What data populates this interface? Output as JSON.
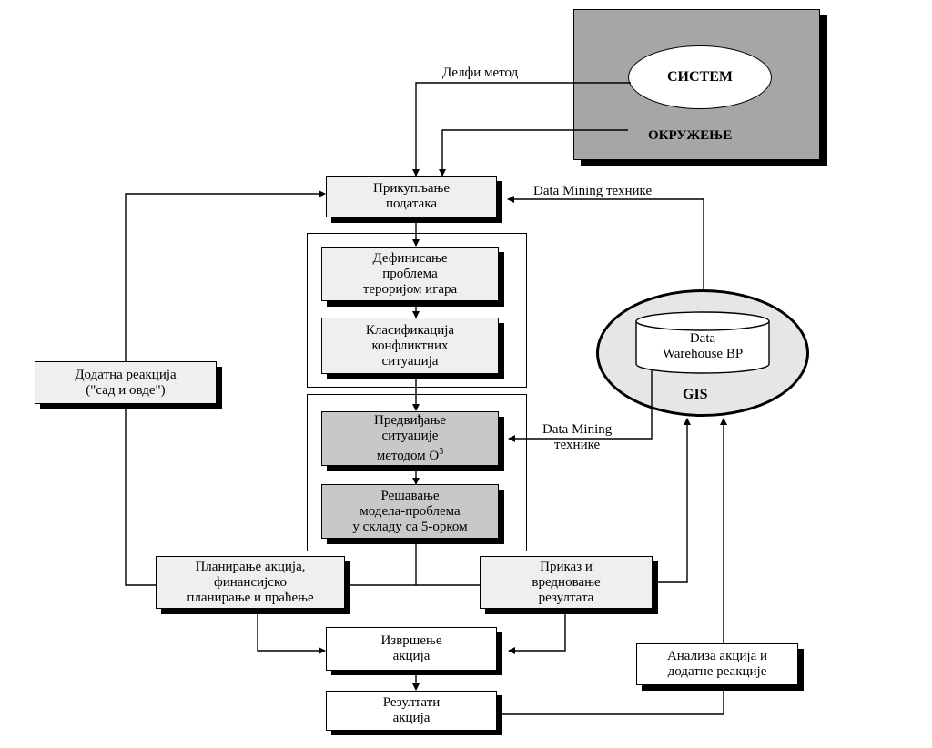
{
  "environment": {
    "system_label": "СИСТЕМ",
    "environment_label": "ОКРУЖЕЊЕ"
  },
  "edge_labels": {
    "delphi": "Делфи метод",
    "data_mining_top": "Data Mining технике",
    "data_mining_bottom": "Data Mining\nтехнике"
  },
  "nodes": {
    "collect": "Прикупљање\nподатака",
    "define": "Дефинисање\nпроблема\nтероријом игара",
    "classify": "Класификација\nконфликтних\nситуација",
    "predict": "Предвиђање\nситуације\nметодом О",
    "predict_sup": "3",
    "solve": "Решавање\nмодела-проблема\nу складу са 5-орком",
    "additional_reaction": "Додатна реакција\n(\"сад и овде\")",
    "planning": "Планирање акција,\nфинансијско\nпланирање и праћење",
    "display": "Приказ и\nвредновање\nрезултата",
    "execution": "Извршење\nакција",
    "results": "Резултати\nакција",
    "analysis": "Анализа акција и\nдодатне реакције"
  },
  "gis": {
    "warehouse_label": "Data\nWarehouse BP",
    "gis_label": "GIS"
  }
}
